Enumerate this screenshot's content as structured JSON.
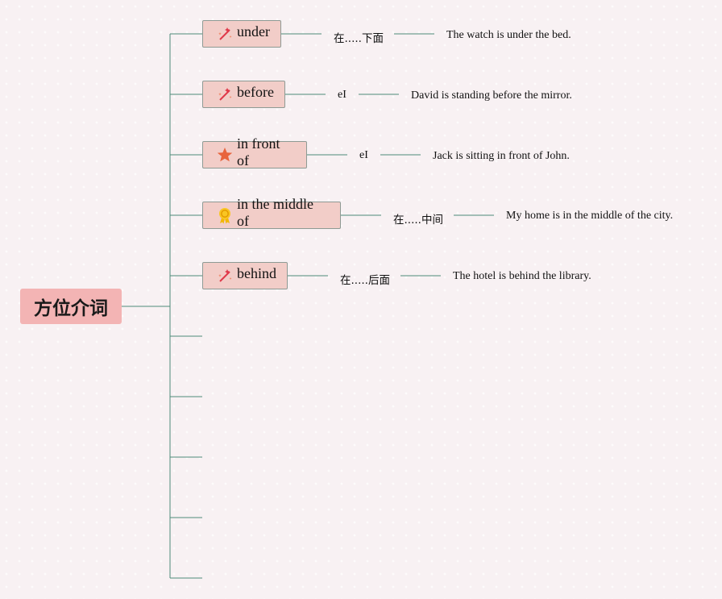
{
  "root": {
    "label": "方位介词"
  },
  "branches": [
    {
      "label": "under",
      "icon": "magic-wand-icon",
      "meaning": "在.....下面",
      "example": "The watch is under the bed."
    },
    {
      "label": "before",
      "icon": "magic-wand-icon",
      "meaning": "eI",
      "example": "David is standing before the mirror."
    },
    {
      "label": "in front of",
      "icon": "star-icon",
      "meaning": "eI",
      "example": "Jack is sitting in front of John."
    },
    {
      "label": "in the middle of",
      "icon": "award-badge-icon",
      "meaning": "在.....中间",
      "example": "My home is in the middle of the city."
    },
    {
      "label": "behind",
      "icon": "magic-wand-icon",
      "meaning": "在.....后面",
      "example": "The hotel is behind the library."
    }
  ],
  "colors": {
    "connector": "#4e8a78",
    "topic_fill": "#f2cdc8",
    "root_fill": "#f3b4b4"
  }
}
